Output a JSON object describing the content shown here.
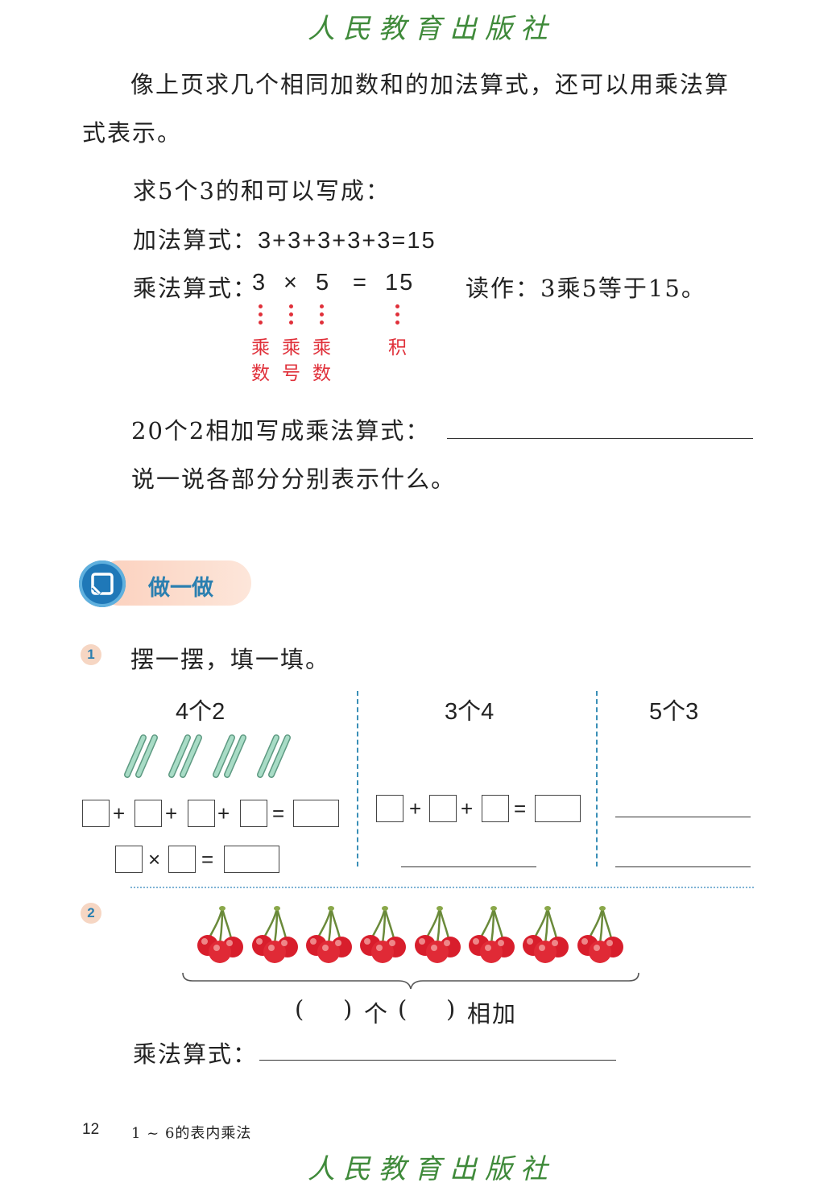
{
  "watermark": "人民教育出版社",
  "intro": {
    "line1": "像上页求几个相同加数和的加法算式，还可以用乘法算",
    "line2": "式表示。"
  },
  "example": {
    "prompt": "求5个3的和可以写成：",
    "add_label": "加法算式：",
    "add_expr": "3+3+3+3+3=15",
    "mul_label": "乘法算式：",
    "mul_a": "3",
    "mul_op": "×",
    "mul_b": "5",
    "mul_eq": "=",
    "mul_result": "15",
    "read_label": "读作：",
    "read_text": "3乘5等于15。",
    "term_factor_1": "乘数",
    "term_sign": "乘号",
    "term_factor_2": "乘数",
    "term_product": "积"
  },
  "question": {
    "text": "20个2相加写成乘法算式：",
    "follow_up": "说一说各部分分别表示什么。"
  },
  "section": {
    "title": "做一做"
  },
  "exercise1": {
    "number": "1",
    "text": "摆一摆，填一填。",
    "col1": "4个2",
    "col2": "3个4",
    "col3": "5个3",
    "plus": "+",
    "eq": "=",
    "times": "×"
  },
  "exercise2": {
    "number": "2",
    "paren_open": "(",
    "paren_close": ")",
    "ge": "个",
    "xiangjia": "相加",
    "mul_label": "乘法算式："
  },
  "footer": {
    "page_number": "12",
    "chapter": "1 ~ 6的表内乘法"
  },
  "colors": {
    "watermark": "#3f8a3a",
    "term_red": "#e0303a",
    "badge_bg": "#f6d6c3",
    "badge_text": "#2a7fb0",
    "section_pill": "#fbdccb",
    "divider_blue": "#3a8fb7",
    "cherry_red": "#d81e2c"
  },
  "icons": [
    "section-icon-pen",
    "stick-icon",
    "cherry-icon"
  ]
}
